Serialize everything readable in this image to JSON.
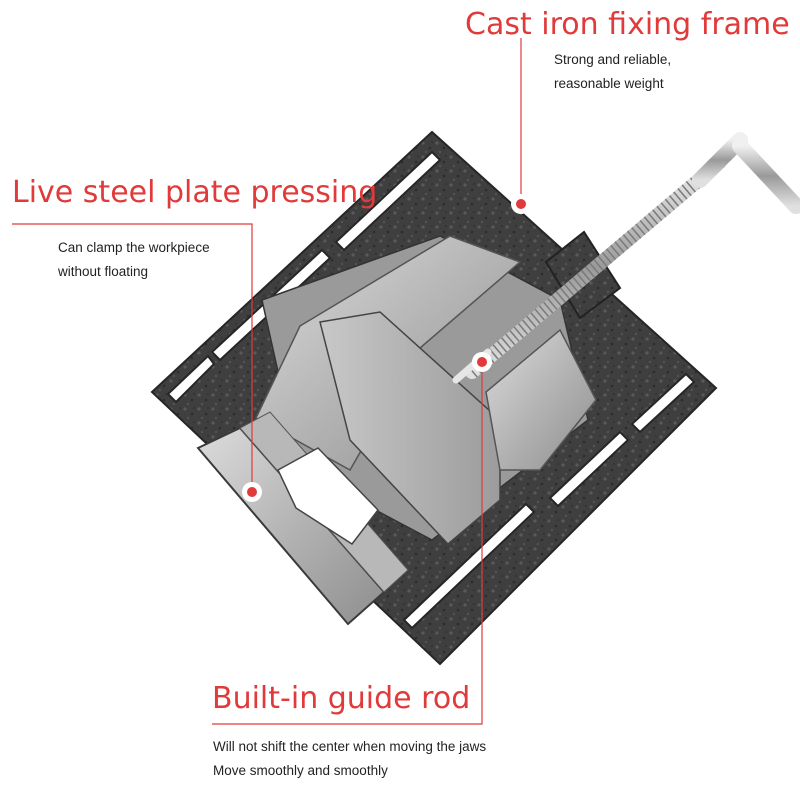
{
  "colors": {
    "accent": "#e03a3a",
    "text": "#222222",
    "metal_dark": "#3e3e3e",
    "steel_light": "#c9c9c9"
  },
  "callouts": {
    "frame": {
      "title": "Cast iron fixing frame",
      "lines": [
        "Strong and reliable,",
        "reasonable weight"
      ]
    },
    "plate": {
      "title": "Live steel plate pressing",
      "lines": [
        "Can clamp the workpiece",
        "without floating"
      ]
    },
    "rod": {
      "title": "Built-in guide rod",
      "lines": [
        "Will not shift the center when moving the jaws",
        "Move smoothly and smoothly"
      ]
    }
  }
}
